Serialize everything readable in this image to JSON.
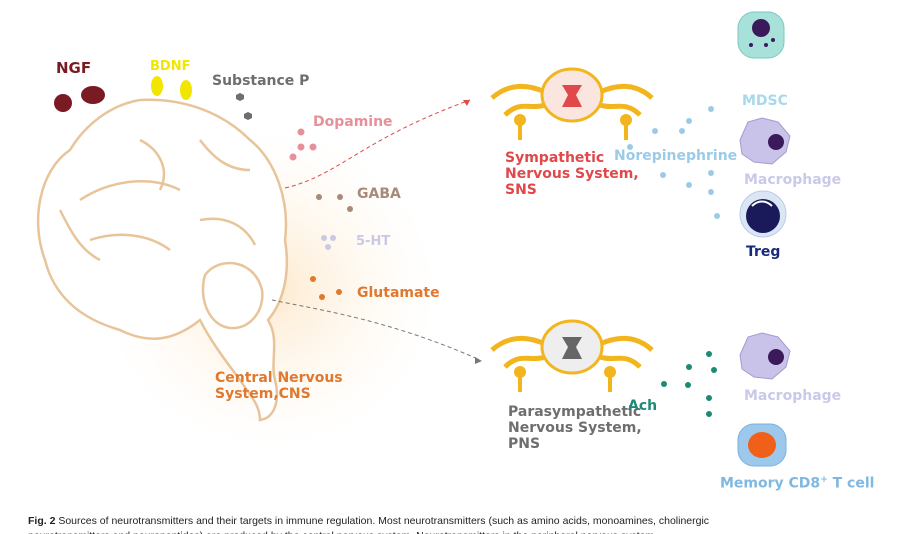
{
  "figure": {
    "growth_factors": {
      "ngf": "NGF",
      "bdnf": "BDNF",
      "substance_p": "Substance P"
    },
    "cns_transmitters": {
      "dopamine": "Dopamine",
      "gaba": "GABA",
      "serotonin": "5-HT",
      "glutamate": "Glutamate"
    },
    "cns_label": [
      "Central Nervous",
      "System,CNS"
    ],
    "sns_label": [
      "Sympathetic",
      "Nervous System,",
      "SNS"
    ],
    "pns_label": [
      "Parasympathetic",
      "Nervous System,",
      "PNS"
    ],
    "sns_transmitter": "Norepinephrine",
    "pns_transmitter": "Ach",
    "sns_targets": {
      "mdsc": "MDSC",
      "macrophage": "Macrophage",
      "treg": "Treg"
    },
    "pns_targets": {
      "macrophage": "Macrophage",
      "memory_t": "Memory CD8",
      "memory_t_sup": "+",
      "memory_t_suffix": " T cell"
    },
    "colors": {
      "ngf": "#7a1a22",
      "bdnf": "#f2e600",
      "substance_p": "#6e6e6e",
      "dopamine": "#e8909a",
      "gaba": "#a88a78",
      "serotonin": "#c9c9e6",
      "glutamate": "#e0782e",
      "cns": "#e0782e",
      "sns": "#e0484a",
      "pns": "#6e6e6e",
      "norepinephrine": "#9bcbe8",
      "ach": "#1e8a76",
      "spinal": "#f2b51e",
      "treg": "#1a2a7a",
      "macrophage_text": "#c9c9ea",
      "mdsc_text": "#a8d8ec",
      "memory_text": "#7fb8e0"
    }
  },
  "caption": {
    "label": "Fig. 2",
    "text": " Sources of neurotransmitters and their targets in immune regulation. Most neurotransmitters (such as amino acids, monoamines, cholinergic",
    "text_line2": "neurotransmitters and neuropeptides) are produced by the central nervous system. Neurotransmitters in the peripheral nervous system"
  }
}
